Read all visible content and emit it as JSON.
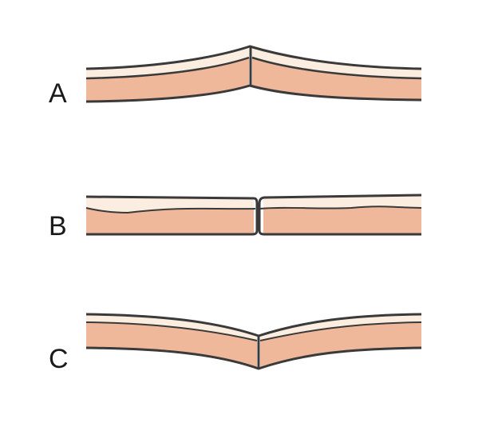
{
  "colors": {
    "outer_layer": "#fbeee0",
    "inner_layer": "#f0b89a",
    "outline": "#3a3a3a"
  },
  "panels": [
    {
      "id": "A",
      "label": "A",
      "shape": "peak-up"
    },
    {
      "id": "B",
      "label": "B",
      "shape": "flat-gap"
    },
    {
      "id": "C",
      "label": "C",
      "shape": "dip-down"
    }
  ]
}
